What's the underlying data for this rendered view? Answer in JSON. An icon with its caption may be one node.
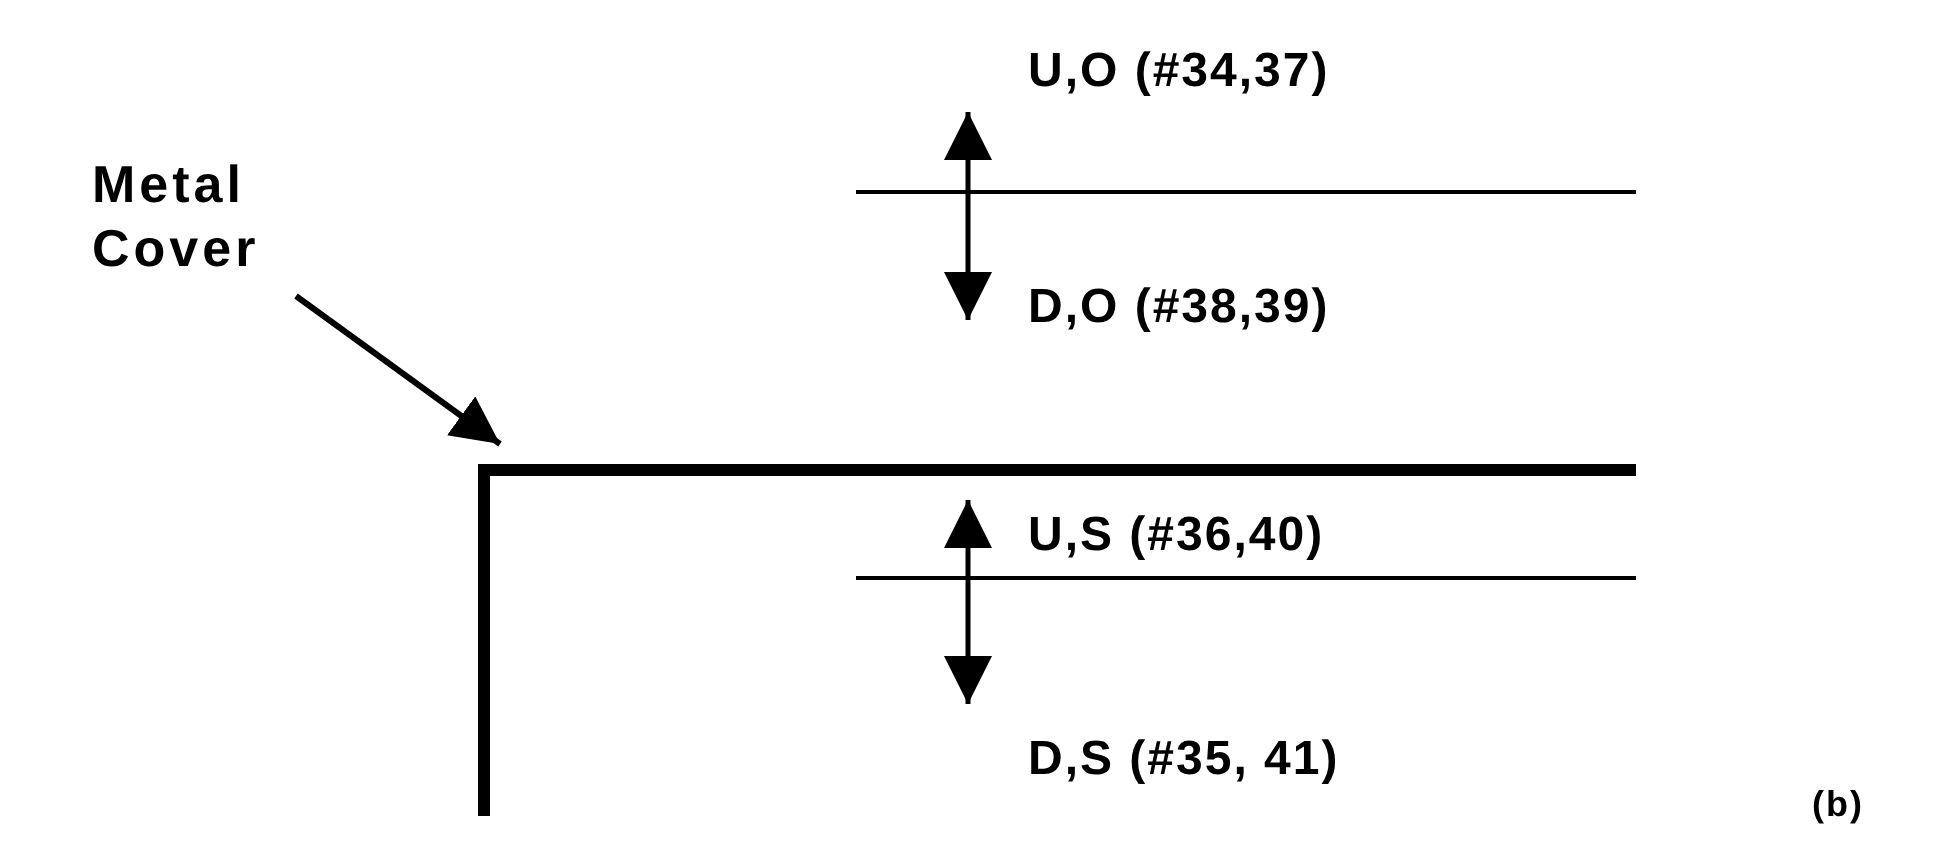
{
  "diagram": {
    "nodes": [
      {
        "text": [
          "Metal Cover"
        ]
      },
      {
        "text": [],
        "shape": "bar"
      }
    ],
    "edges": [
      {
        "from": 0,
        "to": 1,
        "arrow": "to"
      }
    ],
    "labels": [
      "U,O (#34,37)",
      "D,O (#38,39)",
      "U,S (#36,40)",
      "D,S (#35, 41)",
      "(b)"
    ]
  }
}
